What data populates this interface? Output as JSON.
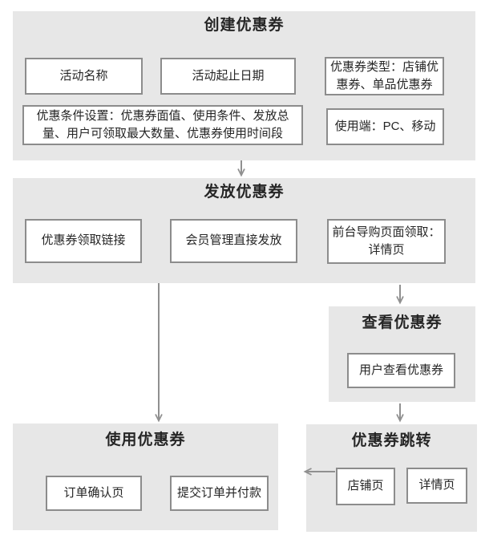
{
  "colors": {
    "page_bg": "#ffffff",
    "panel_bg": "#e7e7e7",
    "box_bg": "#ffffff",
    "box_border": "#8c8c8c",
    "arrow": "#909090",
    "text": "#262626"
  },
  "panels": {
    "create": {
      "title": "创建优惠券"
    },
    "distribute": {
      "title": "发放优惠券"
    },
    "view": {
      "title": "查看优惠券"
    },
    "redirect": {
      "title": "优惠券跳转"
    },
    "use": {
      "title": "使用优惠券"
    }
  },
  "nodes": {
    "activity_name": "活动名称",
    "activity_dates": "活动起止日期",
    "coupon_type": "优惠券类型：店铺优惠券、单品优惠券",
    "condition_settings": "优惠条件设置：优惠券面值、使用条件、发放总量、用户可领取最大数量、优惠券使用时间段",
    "client_side": "使用端：PC、移动",
    "claim_link": "优惠券领取链接",
    "member_direct": "会员管理直接发放",
    "front_guide_claim": "前台导购页面领取：详情页",
    "user_view": "用户查看优惠券",
    "shop_page": "店铺页",
    "detail_page": "详情页",
    "order_confirm": "订单确认页",
    "submit_order_pay": "提交订单并付款"
  }
}
